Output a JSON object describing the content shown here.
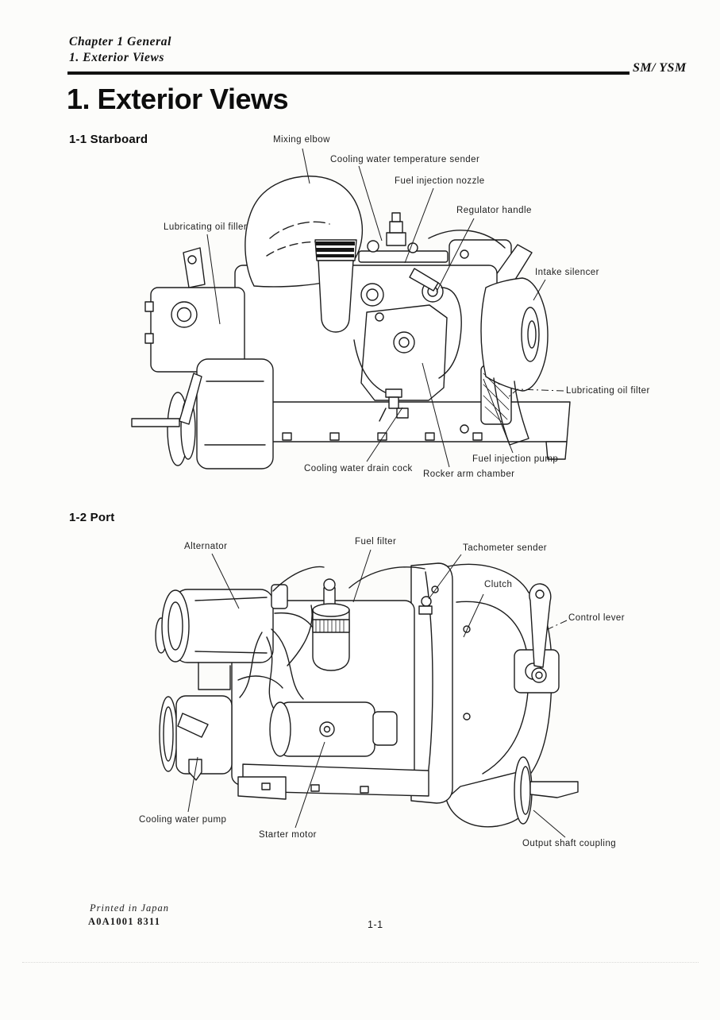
{
  "header": {
    "chapter_line": "Chapter 1 General",
    "section_line": "1. Exterior Views",
    "manual_code": "SM/ YSM"
  },
  "title": "1. Exterior Views",
  "sections": {
    "starboard": {
      "heading": "1-1 Starboard",
      "labels": {
        "mixing_elbow": "Mixing elbow",
        "cooling_water_temperature_sender": "Cooling water temperature sender",
        "fuel_injection_nozzle": "Fuel injection nozzle",
        "regulator_handle": "Regulator handle",
        "lubricating_oil_filler": "Lubricating oil filler",
        "intake_silencer": "Intake silencer",
        "lubricating_oil_filter": "Lubricating oil filter",
        "fuel_injection_pump": "Fuel injection pump",
        "rocker_arm_chamber": "Rocker arm chamber",
        "cooling_water_drain_cock": "Cooling water drain cock"
      }
    },
    "port": {
      "heading": "1-2 Port",
      "labels": {
        "alternator": "Alternator",
        "fuel_filter": "Fuel filter",
        "tachometer_sender": "Tachometer sender",
        "clutch": "Clutch",
        "control_lever": "Control lever",
        "cooling_water_pump": "Cooling water pump",
        "starter_motor": "Starter motor",
        "output_shaft_coupling": "Output shaft coupling"
      }
    }
  },
  "footer": {
    "printed_in": "Printed in Japan",
    "doc_code": "A0A1001 8311",
    "page_number": "1-1"
  },
  "colors": {
    "ink": "#1d1d1d",
    "paper": "#fcfcfa"
  }
}
